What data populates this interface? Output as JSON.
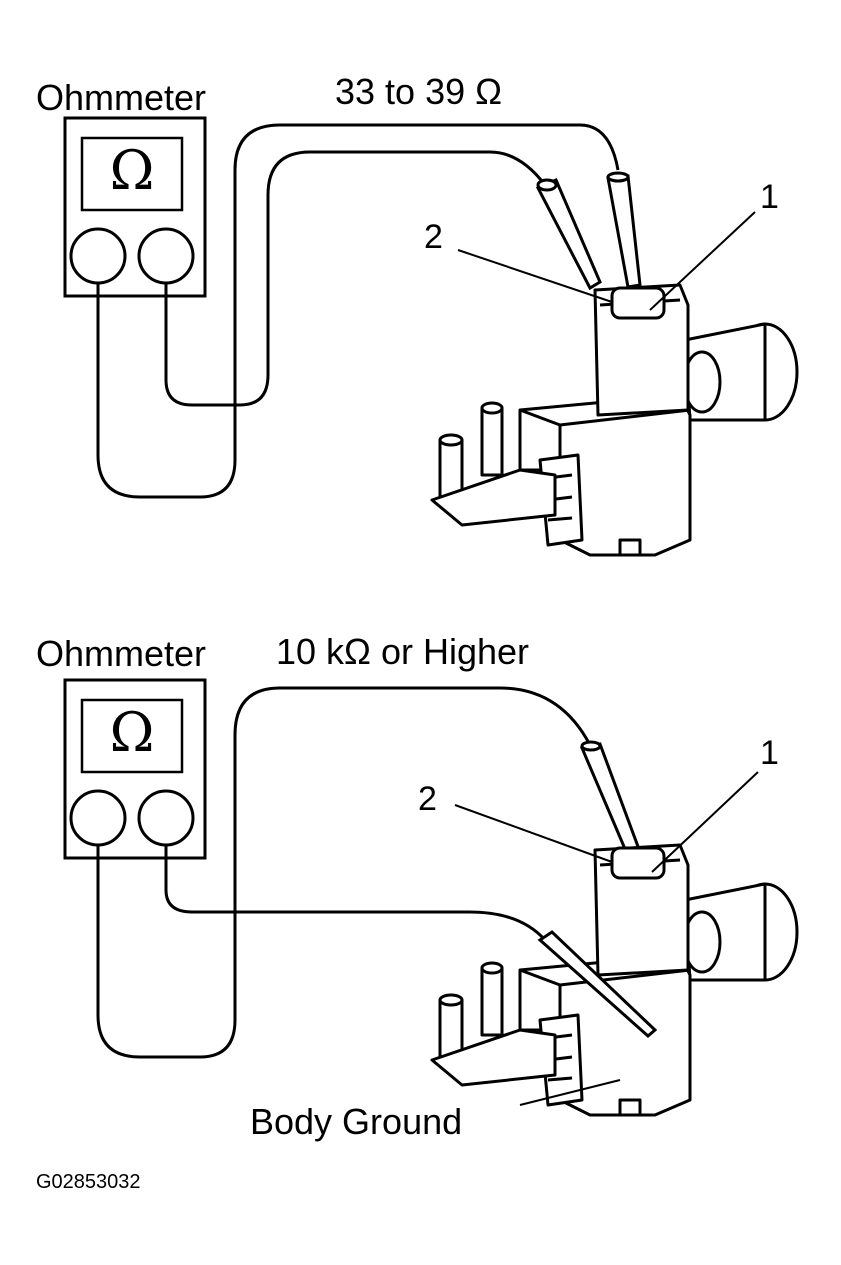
{
  "figure_id": "G02853032",
  "panels": [
    {
      "meter_label": "Ohmmeter",
      "meter_symbol": "Ω",
      "reading": "33 to 39 Ω",
      "terminal_1": "1",
      "terminal_2": "2"
    },
    {
      "meter_label": "Ohmmeter",
      "meter_symbol": "Ω",
      "reading": "10 kΩ or Higher",
      "terminal_1": "1",
      "terminal_2": "2",
      "ground_label": "Body Ground"
    }
  ],
  "icons": [
    "ohmmeter-icon",
    "vsv-valve-icon",
    "test-probe-icon"
  ],
  "colors": {
    "line": "#000000",
    "background": "#ffffff"
  }
}
